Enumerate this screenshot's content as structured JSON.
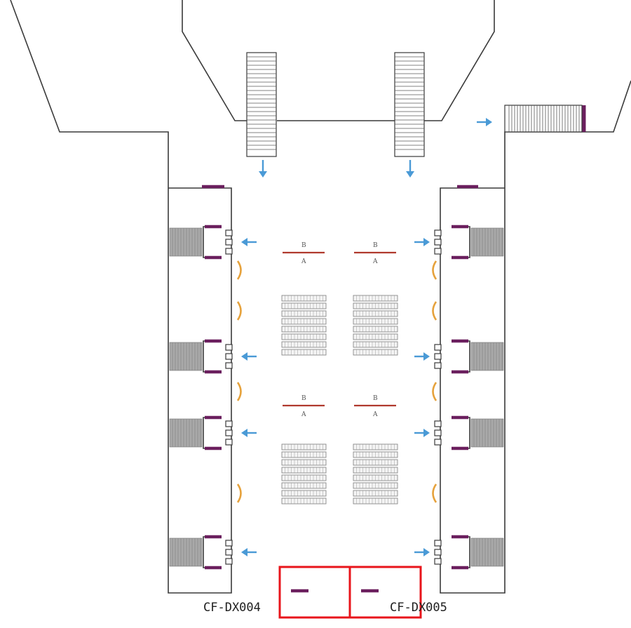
{
  "gate_labels": {
    "top": "B",
    "bottom": "A"
  },
  "device_labels": {
    "left": "CF-DX004",
    "right": "CF-DX005"
  },
  "colors": {
    "walls": "#3a3a3a",
    "device_marker": "#6b1f5e",
    "flow_arrow": "#4a9ad6",
    "gate_line": "#b03a2e",
    "lamp": "#e6a23c",
    "highlight_box": "#e8151b"
  }
}
